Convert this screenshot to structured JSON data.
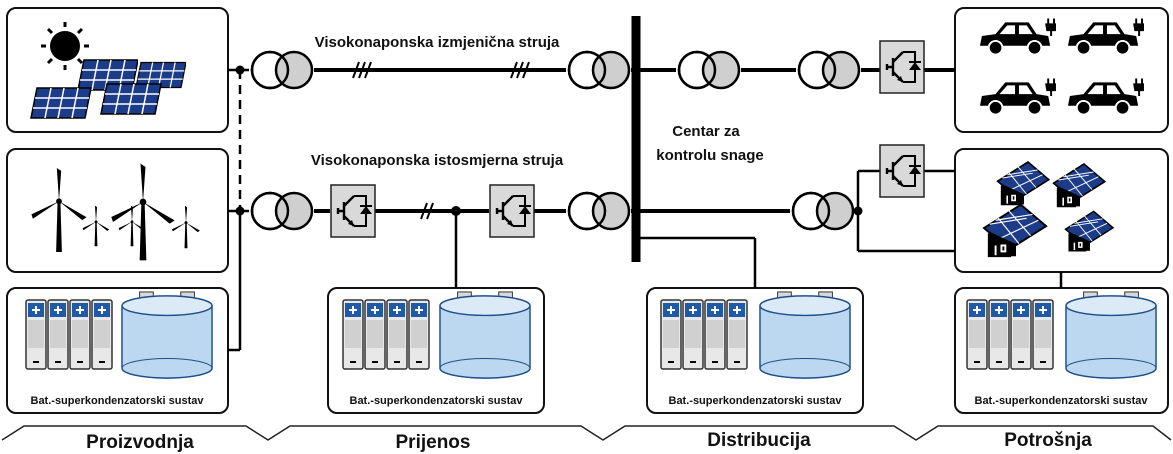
{
  "labels": {
    "hvac": "Visokonaponska izmjenična struja",
    "hvdc": "Visokonaponska istosmjerna struja",
    "control_line1": "Centar za",
    "control_line2": "kontrolu snage",
    "storage": "Bat.-superkondenzatorski sustav"
  },
  "stages": [
    "Proizvodnja",
    "Prijenos",
    "Distribucija",
    "Potrošnja"
  ],
  "colors": {
    "line": "#000000",
    "converter_fill": "#d9d9d9",
    "tank_fill": "#bcd8f0",
    "battery_fill": "#e6e6e6",
    "panel_fill": "#1c3c8a",
    "sun": "#000000"
  },
  "icons": [
    "solar-plant-icon",
    "wind-farm-icon",
    "transformer-icon",
    "converter-icon",
    "battery-icon",
    "supercapacitor-icon",
    "electric-car-icon",
    "solar-house-icon"
  ]
}
